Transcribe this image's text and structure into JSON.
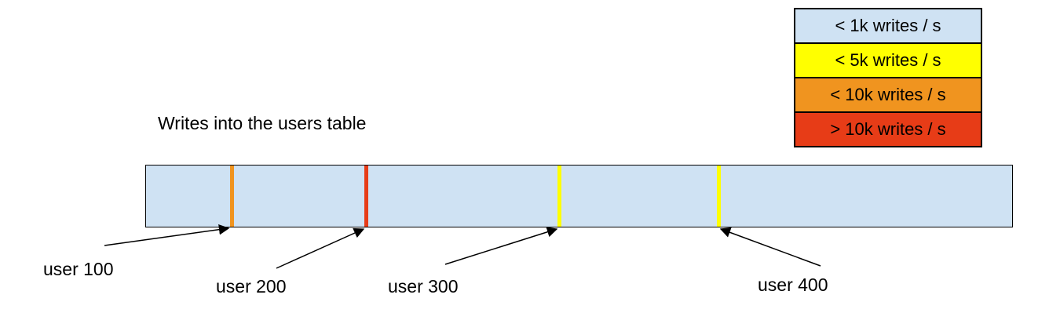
{
  "title": "Writes into the users table",
  "legend": {
    "items": [
      {
        "label": "< 1k writes / s",
        "color": "#cfe2f3"
      },
      {
        "label": "< 5k writes / s",
        "color": "#ffff00"
      },
      {
        "label": "< 10k writes / s",
        "color": "#f0941f"
      },
      {
        "label": "> 10k writes / s",
        "color": "#e73c17"
      }
    ]
  },
  "bar": {
    "fill": "#cfe2f3",
    "markers": [
      {
        "label": "user 100",
        "color": "#f0941f",
        "left": "9.7%"
      },
      {
        "label": "user 200",
        "color": "#e73c17",
        "left": "25.2%"
      },
      {
        "label": "user 300",
        "color": "#ffff00",
        "left": "47.5%"
      },
      {
        "label": "user 400",
        "color": "#ffff00",
        "left": "65.9%"
      }
    ]
  }
}
